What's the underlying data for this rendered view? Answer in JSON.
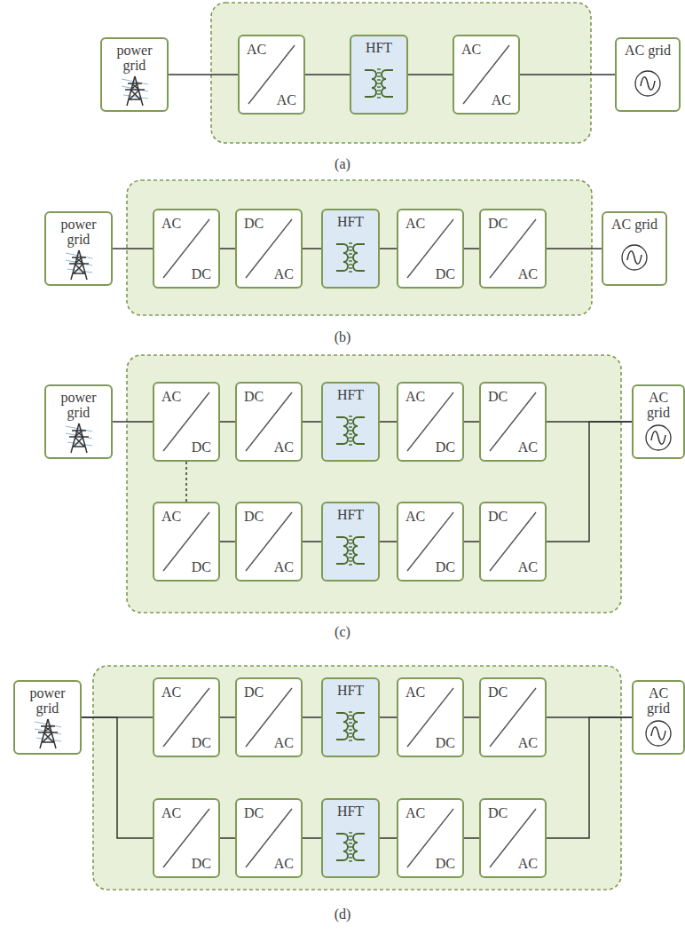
{
  "diagram": {
    "nodes": [
      {
        "text": [
          "power grid"
        ]
      },
      {
        "text": [
          "AC",
          "AC"
        ]
      },
      {
        "text": [
          "HFT"
        ]
      },
      {
        "text": [
          "AC",
          "AC"
        ]
      },
      {
        "text": [
          "AC grid"
        ]
      },
      {
        "text": [
          "power grid"
        ]
      },
      {
        "text": [
          "AC",
          "DC"
        ]
      },
      {
        "text": [
          "DC",
          "AC"
        ]
      },
      {
        "text": [
          "HFT"
        ]
      },
      {
        "text": [
          "AC",
          "DC"
        ]
      },
      {
        "text": [
          "DC",
          "AC"
        ]
      },
      {
        "text": [
          "AC grid"
        ]
      },
      {
        "text": [
          "power grid"
        ]
      },
      {
        "text": [
          "AC",
          "DC"
        ]
      },
      {
        "text": [
          "DC",
          "AC"
        ]
      },
      {
        "text": [
          "HFT"
        ]
      },
      {
        "text": [
          "AC",
          "DC"
        ]
      },
      {
        "text": [
          "DC",
          "AC"
        ]
      },
      {
        "text": [
          "AC",
          "DC"
        ]
      },
      {
        "text": [
          "DC",
          "AC"
        ]
      },
      {
        "text": [
          "HFT"
        ]
      },
      {
        "text": [
          "AC",
          "DC"
        ]
      },
      {
        "text": [
          "DC",
          "AC"
        ]
      },
      {
        "text": [
          "AC grid"
        ]
      },
      {
        "text": [
          "power grid"
        ]
      },
      {
        "text": [
          "AC",
          "DC"
        ]
      },
      {
        "text": [
          "DC",
          "AC"
        ]
      },
      {
        "text": [
          "HFT"
        ]
      },
      {
        "text": [
          "AC",
          "DC"
        ]
      },
      {
        "text": [
          "DC",
          "AC"
        ]
      },
      {
        "text": [
          "AC",
          "DC"
        ]
      },
      {
        "text": [
          "DC",
          "AC"
        ]
      },
      {
        "text": [
          "HFT"
        ]
      },
      {
        "text": [
          "AC",
          "DC"
        ]
      },
      {
        "text": [
          "DC",
          "AC"
        ]
      },
      {
        "text": [
          "AC grid"
        ]
      }
    ],
    "edges": [
      {
        "from": 0,
        "to": 1,
        "arrow": "none"
      },
      {
        "from": 1,
        "to": 2,
        "arrow": "none"
      },
      {
        "from": 2,
        "to": 3,
        "arrow": "none"
      },
      {
        "from": 3,
        "to": 4,
        "arrow": "none"
      },
      {
        "from": 5,
        "to": 6,
        "arrow": "none"
      },
      {
        "from": 6,
        "to": 7,
        "arrow": "none"
      },
      {
        "from": 7,
        "to": 8,
        "arrow": "none"
      },
      {
        "from": 8,
        "to": 9,
        "arrow": "none"
      },
      {
        "from": 9,
        "to": 10,
        "arrow": "none"
      },
      {
        "from": 10,
        "to": 11,
        "arrow": "none"
      },
      {
        "from": 12,
        "to": 13,
        "arrow": "none"
      },
      {
        "from": 13,
        "to": 14,
        "arrow": "none"
      },
      {
        "from": 14,
        "to": 15,
        "arrow": "none"
      },
      {
        "from": 15,
        "to": 16,
        "arrow": "none"
      },
      {
        "from": 16,
        "to": 17,
        "arrow": "none"
      },
      {
        "from": 17,
        "to": 23,
        "arrow": "none"
      },
      {
        "from": 13,
        "to": 18,
        "arrow": "none"
      },
      {
        "from": 18,
        "to": 19,
        "arrow": "none"
      },
      {
        "from": 19,
        "to": 20,
        "arrow": "none"
      },
      {
        "from": 20,
        "to": 21,
        "arrow": "none"
      },
      {
        "from": 21,
        "to": 22,
        "arrow": "none"
      },
      {
        "from": 22,
        "to": 23,
        "arrow": "none"
      },
      {
        "from": 24,
        "to": 25,
        "arrow": "none"
      },
      {
        "from": 24,
        "to": 30,
        "arrow": "none"
      },
      {
        "from": 25,
        "to": 26,
        "arrow": "none"
      },
      {
        "from": 26,
        "to": 27,
        "arrow": "none"
      },
      {
        "from": 27,
        "to": 28,
        "arrow": "none"
      },
      {
        "from": 28,
        "to": 29,
        "arrow": "none"
      },
      {
        "from": 29,
        "to": 35,
        "arrow": "none"
      },
      {
        "from": 30,
        "to": 31,
        "arrow": "none"
      },
      {
        "from": 31,
        "to": 32,
        "arrow": "none"
      },
      {
        "from": 32,
        "to": 33,
        "arrow": "none"
      },
      {
        "from": 33,
        "to": 34,
        "arrow": "none"
      },
      {
        "from": 34,
        "to": 35,
        "arrow": "none"
      }
    ],
    "labels": [
      "(a)",
      "(b)",
      "(c)",
      "(d)"
    ]
  }
}
